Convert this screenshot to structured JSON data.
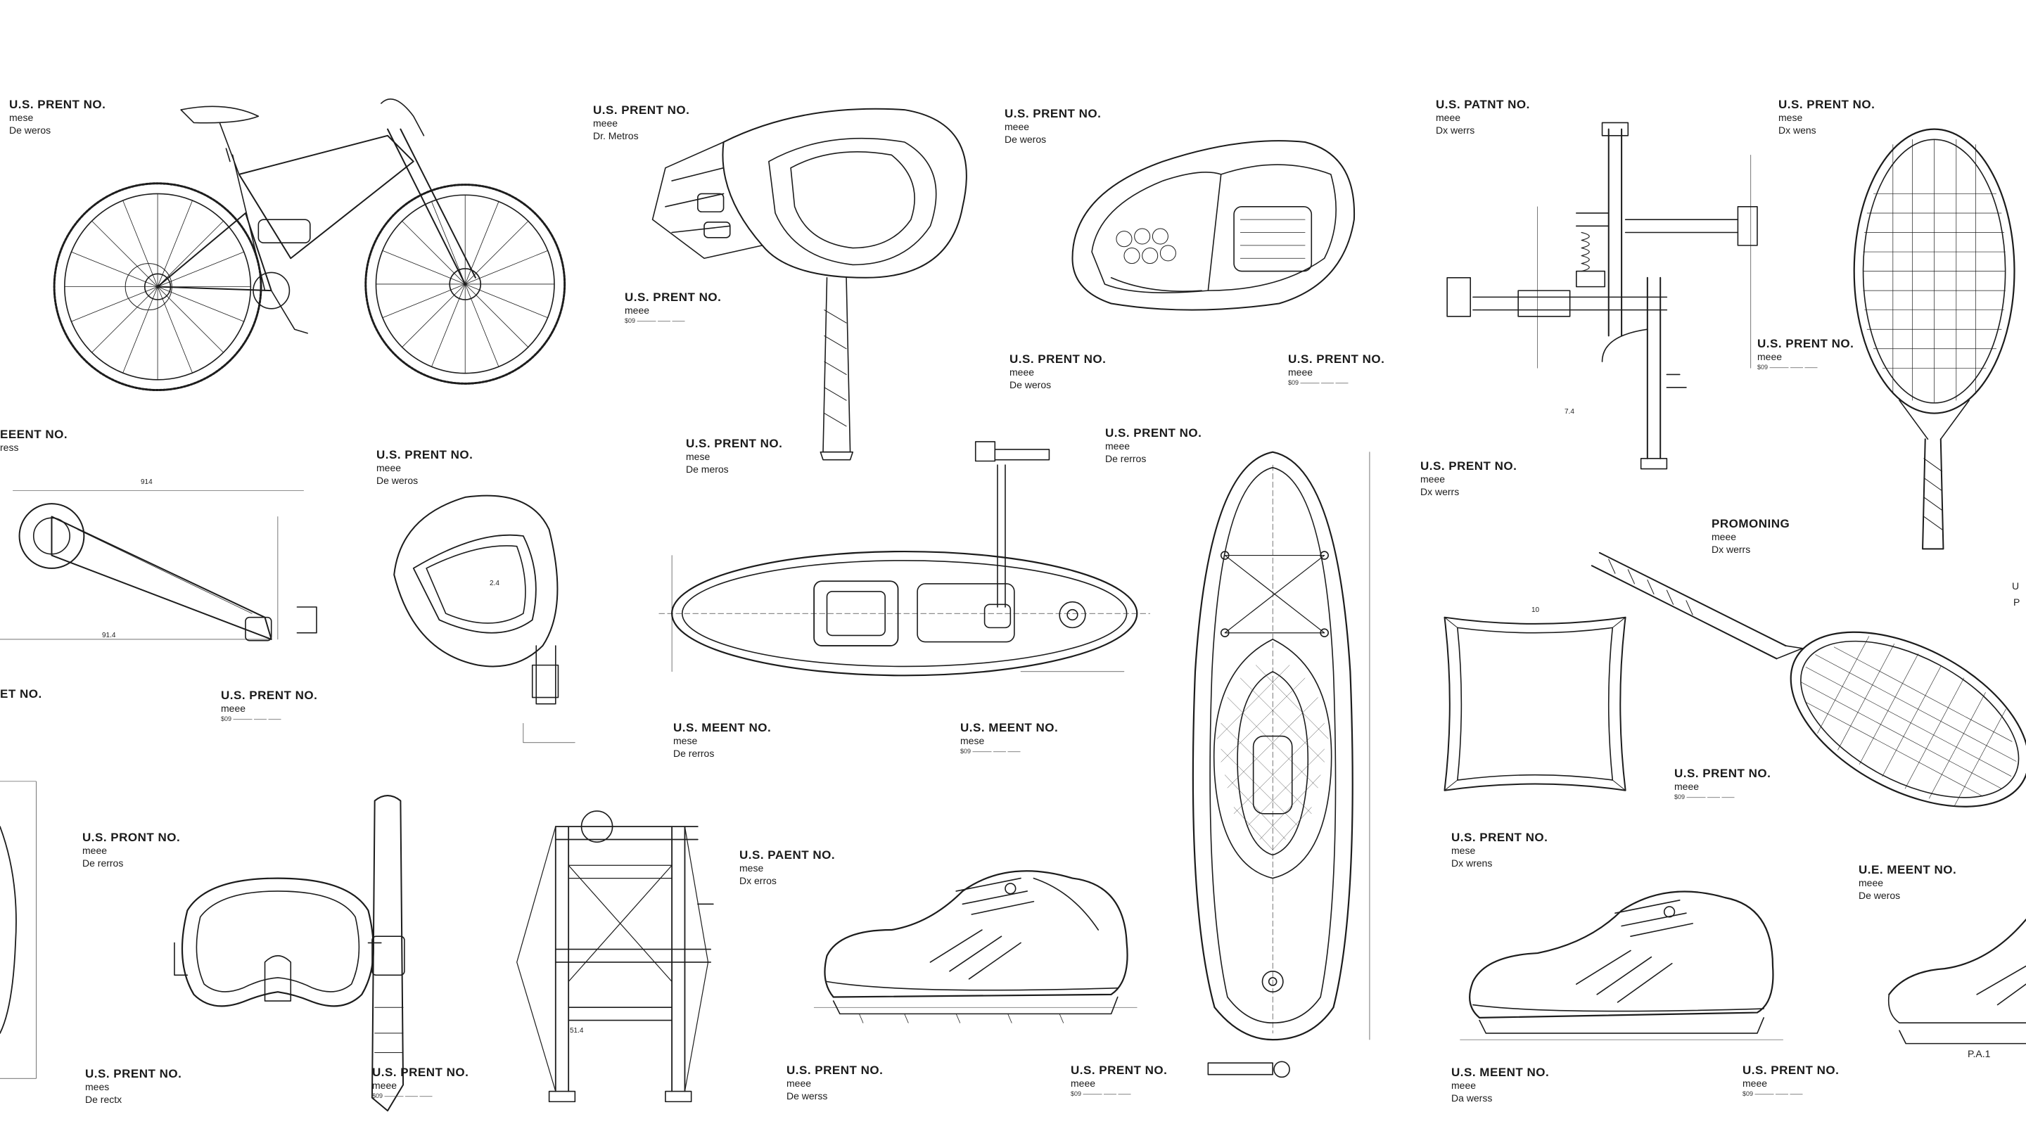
{
  "labels": [
    {
      "title": "U.S. PRENT NO.",
      "line1": "mese",
      "line2": "De weros"
    },
    {
      "title": "U.S. PRENT NO.",
      "line1": "meee",
      "line2": "Dr. Metros"
    },
    {
      "title": "U.S. PRENT NO.",
      "line1": "meee",
      "line2": "De weros"
    },
    {
      "title": "U.S. PATNT NO.",
      "line1": "meee",
      "line2": "Dx werrs"
    },
    {
      "title": "U.S. PRENT NO.",
      "line1": "mese",
      "line2": "Dx wens"
    },
    {
      "title": "U.S. PRENT NO.",
      "line1": "meee",
      "line3": "$09 ——— —— ——"
    },
    {
      "title": "U.S. PRENT NO.",
      "line1": "meee",
      "line2": "De weros"
    },
    {
      "title": "U.S. PRENT NO.",
      "line1": "meee",
      "line3": "$09 ——— —— ——"
    },
    {
      "title": "U.S. PRENT NO.",
      "line1": "meee",
      "line3": "$09 ——— —— ——"
    },
    {
      "title": "EEENT NO.",
      "line1": "",
      "line2": "ress"
    },
    {
      "title": "U.S. PRENT NO.",
      "line1": "meee",
      "line2": "De weros"
    },
    {
      "title": "U.S. PRENT NO.",
      "line1": "mese",
      "line2": "De meros"
    },
    {
      "title": "U.S. PRENT NO.",
      "line1": "meee",
      "line2": "De rerros"
    },
    {
      "title": "U.S. PRENT NO.",
      "line1": "meee",
      "line2": "Dx werrs"
    },
    {
      "title": "PROMONING",
      "line1": "meee",
      "line2": "Dx werrs"
    },
    {
      "title": "ET NO.",
      "line1": "",
      "line2": ""
    },
    {
      "title": "U.S. PRENT NO.",
      "line1": "meee",
      "line3": "$09 ——— —— ——"
    },
    {
      "title": "U.S. MEENT NO.",
      "line1": "mese",
      "line2": "De rerros"
    },
    {
      "title": "U.S. MEENT NO.",
      "line1": "mese",
      "line3": "$09 ——— —— ——"
    },
    {
      "title": "U.S. PRENT NO.",
      "line1": "meee",
      "line3": "$09 ——— —— ——"
    },
    {
      "title": "U.S. PRONT NO.",
      "line1": "meee",
      "line2": "De rerros"
    },
    {
      "title": "U.S. PAENT NO.",
      "line1": "mese",
      "line2": "Dx erros"
    },
    {
      "title": "U.S. PRENT NO.",
      "line1": "mese",
      "line2": "Dx wrens"
    },
    {
      "title": "U.E. MEENT NO.",
      "line1": "meee",
      "line2": "De weros"
    },
    {
      "title": "U.S. PRENT NO.",
      "line1": "mees",
      "line2": "De rectx"
    },
    {
      "title": "U.S. PRENT NO.",
      "line1": "meee",
      "line3": "$09 ——— —— ——"
    },
    {
      "title": "U.S. PRENT NO.",
      "line1": "meee",
      "line2": "De werss"
    },
    {
      "title": "U.S. PRENT NO.",
      "line1": "meee",
      "line3": "$09 ——— —— ——"
    },
    {
      "title": "U.S. MEENT NO.",
      "line1": "meee",
      "line2": "Da werss"
    },
    {
      "title": "U.S. PRENT NO.",
      "line1": "meee",
      "line3": "$09 ——— —— ——"
    }
  ],
  "dimension_marks": [
    "914",
    "91.4",
    "51.4",
    "2.4",
    "10",
    "7.4",
    "P.A.1",
    "U",
    "P"
  ]
}
